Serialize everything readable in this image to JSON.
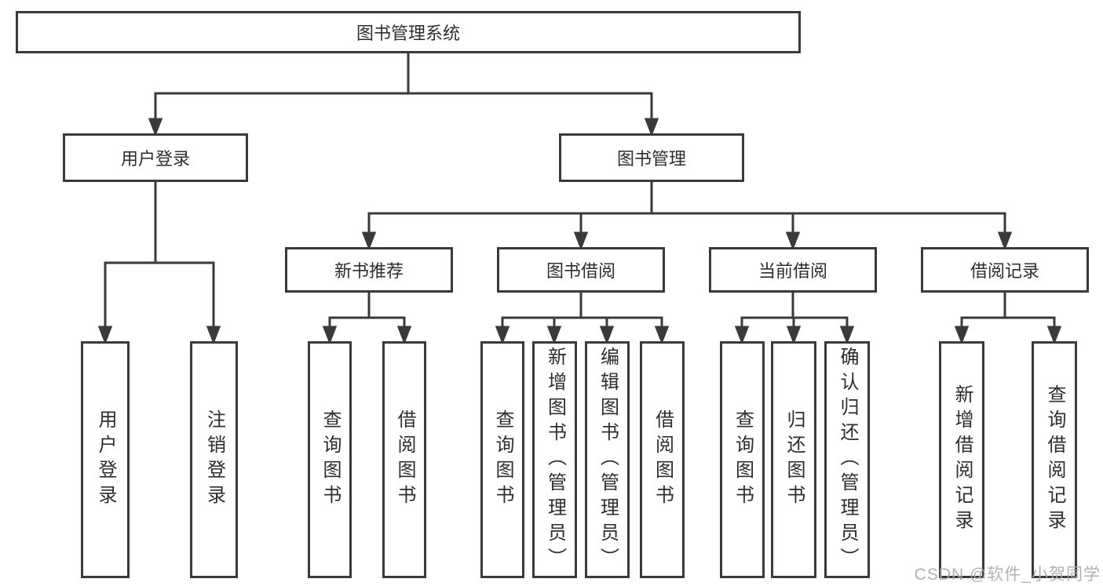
{
  "tree": {
    "root": "图书管理系统",
    "branches": [
      {
        "label": "用户登录",
        "children": [
          "用户登录",
          "注销登录"
        ]
      },
      {
        "label": "图书管理",
        "groups": [
          {
            "label": "新书推荐",
            "children": [
              "查询图书",
              "借阅图书"
            ]
          },
          {
            "label": "图书借阅",
            "children": [
              "查询图书",
              "新增图书（管理员）",
              "编辑图书（管理员）",
              "借阅图书"
            ]
          },
          {
            "label": "当前借阅",
            "children": [
              "查询图书",
              "归还图书",
              "确认归还（管理员）"
            ]
          },
          {
            "label": "借阅记录",
            "children": [
              "新增借阅记录",
              "查询借阅记录"
            ]
          }
        ]
      }
    ]
  },
  "colors": {
    "line": "#3a3a3a",
    "border": "#3a3a3a",
    "text": "#2d2d2d",
    "watermark": "#aaaaaa"
  },
  "watermark": "CSDN @软件_小贺同学"
}
